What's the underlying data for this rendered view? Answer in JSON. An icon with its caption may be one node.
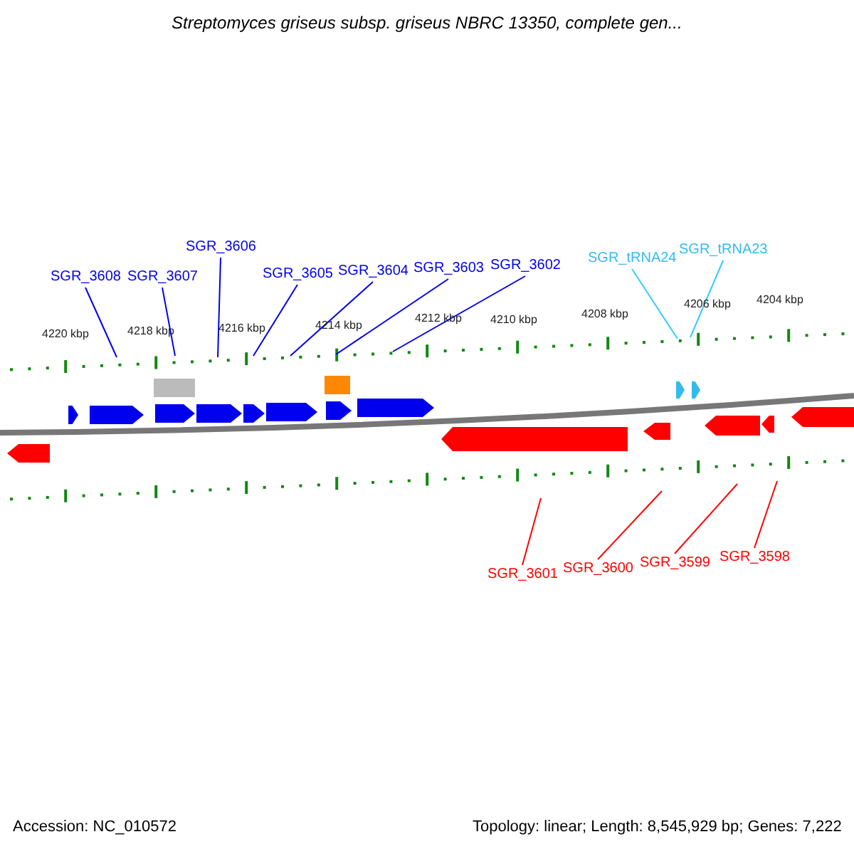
{
  "diagram": {
    "title": "Streptomyces griseus subsp. griseus NBRC 13350, complete gen...",
    "nodes": [
      {
        "text": [
          "SGR_3608"
        ]
      },
      {
        "text": [
          "SGR_3607"
        ]
      },
      {
        "text": [
          "SGR_3606"
        ]
      },
      {
        "text": [
          "SGR_3605"
        ]
      },
      {
        "text": [
          "SGR_3604"
        ]
      },
      {
        "text": [
          "SGR_3603"
        ]
      },
      {
        "text": [
          "SGR_3602"
        ]
      },
      {
        "text": [
          "SGR_tRNA24"
        ]
      },
      {
        "text": [
          "SGR_tRNA23"
        ]
      },
      {
        "text": [
          "SGR_3601"
        ]
      },
      {
        "text": [
          "SGR_3600"
        ]
      },
      {
        "text": [
          "SGR_3599"
        ]
      },
      {
        "text": [
          "SGR_3598"
        ]
      }
    ],
    "edges": [
      {
        "from": 0,
        "to": null,
        "arrow": "none"
      },
      {
        "from": 1,
        "to": null,
        "arrow": "none"
      },
      {
        "from": 2,
        "to": null,
        "arrow": "none"
      },
      {
        "from": 3,
        "to": null,
        "arrow": "none"
      },
      {
        "from": 4,
        "to": null,
        "arrow": "none"
      },
      {
        "from": 5,
        "to": null,
        "arrow": "none"
      },
      {
        "from": 6,
        "to": null,
        "arrow": "none"
      },
      {
        "from": 7,
        "to": null,
        "arrow": "none",
        "color": "#33ccff"
      },
      {
        "from": 8,
        "to": null,
        "arrow": "none",
        "color": "#33ccff"
      },
      {
        "from": 9,
        "to": null,
        "arrow": "none",
        "color": "#ff0000"
      },
      {
        "from": 10,
        "to": null,
        "arrow": "none",
        "color": "#ff0000"
      },
      {
        "from": 11,
        "to": null,
        "arrow": "none",
        "color": "#ff0000"
      },
      {
        "from": 12,
        "to": null,
        "arrow": "none",
        "color": "#ff0000"
      }
    ],
    "labels": [
      "4220 kbp",
      "4218 kbp",
      "4216 kbp",
      "4214 kbp",
      "4212 kbp",
      "4210 kbp",
      "4208 kbp",
      "4206 kbp",
      "4204 kbp",
      "Accession: NC_010572",
      "Topology: linear; Length: 8,545,929 bp; Genes: 7,222"
    ]
  }
}
